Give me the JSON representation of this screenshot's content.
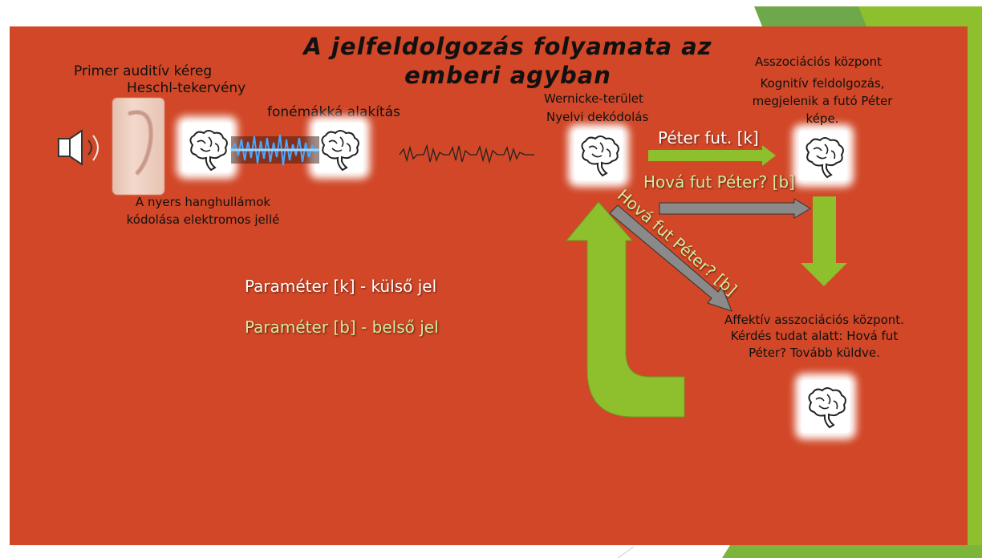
{
  "slide": {
    "title_line1": "A jelfeldolgozás folyamata az",
    "title_line2": "emberi agyban",
    "labels": {
      "primary_cortex": "Primer auditív kéreg",
      "heschl": "Heschl-tekervény",
      "phonemes": "fonémákká alakítás",
      "raw_waves_1": "A nyers hanghullámok",
      "raw_waves_2": "kódolása elektromos jellé",
      "wernicke": "Wernicke-terület",
      "language_decoding": "Nyelvi dekódolás",
      "association_center": "Asszociációs központ",
      "cognitive_1": "Kognitív feldolgozás,",
      "cognitive_2": "megjelenik a futó Péter",
      "cognitive_3": "képe.",
      "peter_runs": "Péter fut. [k]",
      "where_runs_1": "Hová fut Péter? [b]",
      "where_runs_2": "Hová fut Péter? [b]",
      "param_k": "Paraméter [k] - külső jel",
      "param_b": "Paraméter [b] - belső jel",
      "affective_1": "Affektív asszociációs központ.",
      "affective_2": "Kérdés tudat alatt: Hová fut",
      "affective_3": "Péter? Tovább küldve."
    },
    "colors": {
      "background": "#d14727",
      "arrow_green": "#8dc02c",
      "arrow_grey": "#8a8a8a",
      "external_signal": "#ffffff",
      "internal_signal": "#d4eaa0"
    },
    "icons": [
      "speaker-icon",
      "ear-image",
      "brain-icon",
      "sound-wave-image",
      "signal-wave-icon"
    ]
  }
}
